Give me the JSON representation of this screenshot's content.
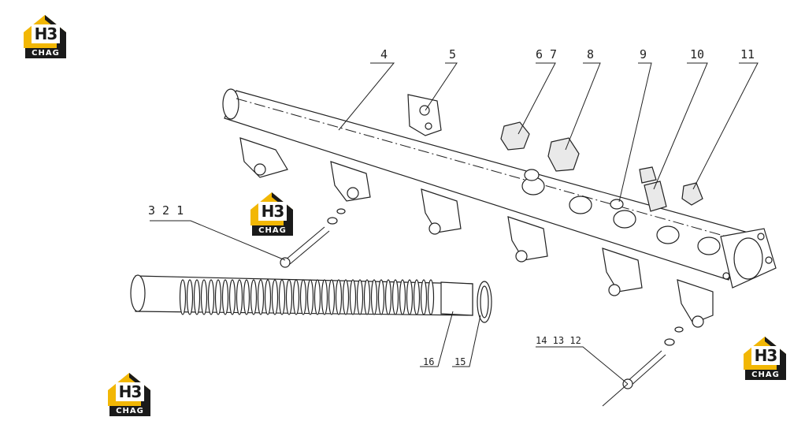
{
  "logos": [
    {
      "mark": "H3",
      "brand": "CHAG"
    },
    {
      "mark": "H3",
      "brand": "CHAG"
    },
    {
      "mark": "H3",
      "brand": "CHAG"
    },
    {
      "mark": "H3",
      "brand": "CHAG"
    }
  ],
  "callouts": {
    "c4": "4",
    "c5": "5",
    "c67": "6 7",
    "c8": "8",
    "c9": "9",
    "c10": "10",
    "c11": "11",
    "c321": "3 2 1",
    "c16": "16",
    "c15": "15",
    "c141312": "14 13 12"
  },
  "colors": {
    "logo_yellow": "#f2b705",
    "logo_dark": "#1a1a1a",
    "line": "#222222"
  }
}
